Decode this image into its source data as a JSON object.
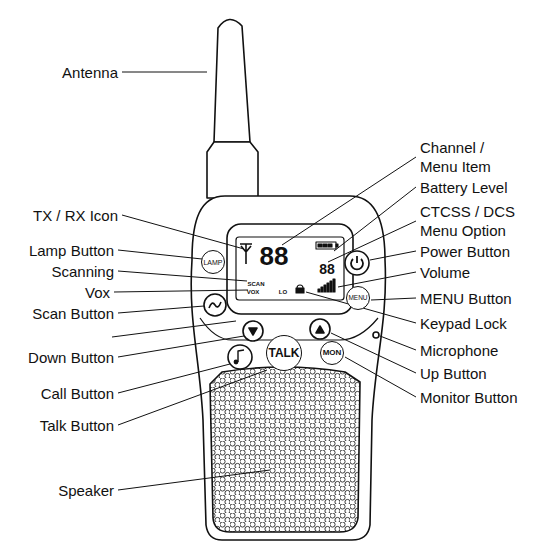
{
  "diagram": {
    "nodes": [
      {
        "text": [
          "LAMP"
        ]
      },
      {
        "text": [
          "MENU"
        ]
      },
      {
        "text": [
          "TALK"
        ]
      },
      {
        "text": [
          "MON"
        ]
      }
    ],
    "labels": [
      "Antenna",
      "TX / RX Icon",
      "Lamp Button",
      "Scanning",
      "Vox",
      "Scan Button",
      "Down Button",
      "Call Button",
      "Talk Button",
      "Speaker",
      "Channel / Menu Item",
      "Battery Level",
      "CTCSS / DCS Menu Option",
      "Power Button",
      "Volume",
      "MENU Button",
      "Keypad Lock",
      "Microphone",
      "Up Button",
      "Monitor Button",
      "88",
      "88",
      "SCAN",
      "VOX",
      "LO"
    ]
  }
}
